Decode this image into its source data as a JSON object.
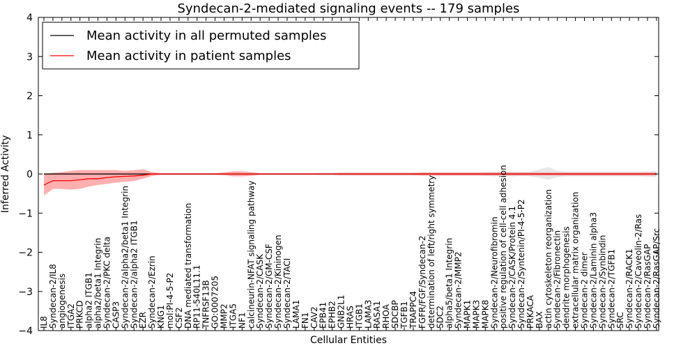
{
  "chart_data": {
    "type": "line",
    "title": "Syndecan-2-mediated signaling events -- 179 samples",
    "xlabel": "Cellular Entities",
    "ylabel": "Inferred Activity",
    "ylim": [
      -4,
      4
    ],
    "yticks": [
      -4,
      -3,
      -2,
      -1,
      0,
      1,
      2,
      3,
      4
    ],
    "ytick_labels": [
      "−4",
      "−3",
      "−2",
      "−1",
      "0",
      "1",
      "2",
      "3",
      "4"
    ],
    "legend_position": "top-left",
    "grid": false,
    "categories": [
      "IL8",
      "Syndecan-2/IL8",
      "angiogenesis",
      "ITGA2",
      "PRKCD",
      "alpha2 ITGB1",
      "alpha2/beta1 Integrin",
      "Syndecan-2/PKC delta",
      "CASP3",
      "Syndecan-2/alpha2/beta1 Integrin",
      "Syndecan-2/alpha2 ITGB1",
      "EZR",
      "Syndecan-2/Ezrin",
      "KNG1",
      "mol:PI-4-5-P2",
      "CSF2",
      "DNA mediated transformation",
      "RP11-540L11.1",
      "TNFRSF13B",
      "GO:0007205",
      "MMP2",
      "ITGA5",
      "NF1",
      "calcineurin-NFAT signaling pathway",
      "Syndecan-2/CASK",
      "Syndecan-2/GM-CSF",
      "Syndecan-2/Kininogen",
      "Syndecan-2/TACI",
      "LAMA1",
      "FN1",
      "CAV2",
      "EPB41",
      "EPHB2",
      "GNB2L1",
      "HRAS",
      "ITGB1",
      "LAMA3",
      "RASA1",
      "RHOA",
      "SDCBP",
      "TGFB1",
      "TRAPPC4",
      "FGFR/FGF/Syndecan-2",
      "determination of left/right symmetry",
      "SDC2",
      "alpha5/beta1 Integrin",
      "Syndecan-2/MMP2",
      "MAPK1",
      "MAPK3",
      "MAPK8",
      "Syndecan-2/Neurofibromin",
      "positive regulation of cell-cell adhesion",
      "Syndecan-2/CASK/Protein 4.1",
      "Syndecan-2/Syntenin/PI-4-5-P2",
      "PRKACA",
      "BAX",
      "actin cytoskeleton reorganization",
      "Syndecan-2/Fibronectin",
      "dendrite morphogenesis",
      "extracellular matrix organization",
      "Syndecan-2 dimer",
      "Syndecan-2/Laminin alpha3",
      "Syndecan-2/Synbindin",
      "Syndecan-2/TGFB1",
      "SRC",
      "Syndecan-2/RACK1",
      "Syndecan-2/Caveolin-2/Ras",
      "Syndecan-2/RasGAP",
      "Syndecan-2/RasGAP/Src"
    ],
    "series": [
      {
        "name": "Mean activity in all permuted samples",
        "color": "#000000",
        "values": [
          0,
          0,
          0,
          0,
          0,
          0,
          0,
          0,
          0,
          0,
          0,
          0,
          0,
          0,
          0,
          0,
          0,
          0,
          0,
          0,
          0,
          0,
          0,
          0,
          0,
          0,
          0,
          0,
          0,
          0,
          0,
          0,
          0,
          0,
          0,
          0,
          0,
          0,
          0,
          0,
          0,
          0,
          0,
          0,
          0,
          0,
          0,
          0,
          0,
          0,
          0,
          0,
          0,
          0,
          0,
          0,
          0,
          0,
          0,
          0,
          0,
          0,
          0,
          0,
          0,
          0,
          0,
          0,
          0
        ],
        "band_lower": [
          -0.03,
          -0.03,
          -0.03,
          -0.03,
          -0.03,
          -0.03,
          -0.03,
          -0.03,
          -0.03,
          -0.03,
          -0.03,
          -0.03,
          -0.03,
          -0.03,
          -0.03,
          -0.03,
          -0.03,
          -0.03,
          -0.03,
          -0.03,
          -0.03,
          -0.03,
          -0.03,
          -0.03,
          -0.03,
          -0.03,
          -0.03,
          -0.03,
          -0.03,
          -0.03,
          -0.03,
          -0.04,
          -0.04,
          -0.04,
          -0.04,
          -0.04,
          -0.04,
          -0.04,
          -0.04,
          -0.04,
          -0.04,
          -0.04,
          -0.04,
          -0.04,
          -0.04,
          -0.04,
          -0.04,
          -0.04,
          -0.04,
          -0.05,
          -0.06,
          -0.06,
          -0.06,
          -0.05,
          -0.06,
          -0.1,
          -0.15,
          -0.08,
          -0.06,
          -0.06,
          -0.06,
          -0.06,
          -0.06,
          -0.06,
          -0.06,
          -0.06,
          -0.06,
          -0.07,
          -0.08
        ],
        "band_upper": [
          0.03,
          0.03,
          0.03,
          0.03,
          0.03,
          0.03,
          0.03,
          0.03,
          0.03,
          0.03,
          0.03,
          0.03,
          0.03,
          0.03,
          0.03,
          0.03,
          0.03,
          0.03,
          0.03,
          0.03,
          0.03,
          0.03,
          0.03,
          0.03,
          0.03,
          0.03,
          0.03,
          0.03,
          0.03,
          0.03,
          0.03,
          0.04,
          0.04,
          0.04,
          0.04,
          0.04,
          0.04,
          0.04,
          0.04,
          0.04,
          0.04,
          0.04,
          0.04,
          0.04,
          0.04,
          0.04,
          0.04,
          0.04,
          0.04,
          0.05,
          0.06,
          0.06,
          0.06,
          0.05,
          0.06,
          0.12,
          0.18,
          0.08,
          0.06,
          0.06,
          0.06,
          0.06,
          0.06,
          0.06,
          0.06,
          0.06,
          0.06,
          0.07,
          0.08
        ]
      },
      {
        "name": "Mean activity in patient samples",
        "color": "#ff0000",
        "values": [
          -0.28,
          -0.17,
          -0.17,
          -0.17,
          -0.15,
          -0.12,
          -0.12,
          -0.09,
          -0.07,
          -0.06,
          -0.05,
          -0.03,
          0,
          0,
          0,
          0,
          0,
          0,
          0,
          0,
          0,
          0,
          0,
          0,
          0,
          0,
          0,
          0,
          0,
          0,
          0,
          0,
          0,
          0,
          0,
          0,
          0,
          0,
          0,
          0,
          0,
          0,
          0,
          0,
          0,
          0,
          0,
          0,
          0,
          0,
          0,
          0,
          0,
          0,
          0,
          0,
          0,
          0,
          0,
          0,
          0,
          0,
          0,
          0,
          0,
          0,
          0,
          0,
          0
        ],
        "band_lower": [
          -0.55,
          -0.38,
          -0.38,
          -0.4,
          -0.38,
          -0.32,
          -0.28,
          -0.25,
          -0.22,
          -0.2,
          -0.18,
          -0.12,
          -0.05,
          -0.02,
          -0.02,
          -0.02,
          -0.02,
          -0.02,
          -0.02,
          -0.02,
          -0.03,
          -0.06,
          -0.06,
          -0.05,
          -0.02,
          -0.02,
          -0.02,
          -0.02,
          -0.02,
          -0.02,
          -0.02,
          -0.02,
          -0.02,
          -0.03,
          -0.03,
          -0.03,
          -0.03,
          -0.03,
          -0.03,
          -0.03,
          -0.03,
          -0.03,
          -0.04,
          -0.04,
          -0.04,
          -0.04,
          -0.04,
          -0.04,
          -0.04,
          -0.04,
          -0.04,
          -0.04,
          -0.04,
          -0.04,
          -0.04,
          -0.04,
          -0.04,
          -0.04,
          -0.04,
          -0.04,
          -0.04,
          -0.04,
          -0.04,
          -0.04,
          -0.04,
          -0.04,
          -0.04,
          -0.04,
          -0.04
        ],
        "band_upper": [
          0.0,
          0.03,
          0.05,
          0.08,
          0.1,
          0.1,
          0.1,
          0.1,
          0.1,
          0.08,
          0.1,
          0.12,
          0.05,
          0.02,
          0.02,
          0.02,
          0.02,
          0.02,
          0.02,
          0.02,
          0.04,
          0.07,
          0.07,
          0.05,
          0.02,
          0.02,
          0.02,
          0.02,
          0.02,
          0.02,
          0.02,
          0.02,
          0.02,
          0.03,
          0.03,
          0.03,
          0.03,
          0.03,
          0.03,
          0.03,
          0.03,
          0.03,
          0.04,
          0.04,
          0.04,
          0.04,
          0.04,
          0.04,
          0.04,
          0.04,
          0.04,
          0.04,
          0.04,
          0.04,
          0.04,
          0.04,
          0.04,
          0.04,
          0.04,
          0.04,
          0.04,
          0.04,
          0.04,
          0.04,
          0.04,
          0.04,
          0.04,
          0.04,
          0.04
        ]
      }
    ]
  }
}
